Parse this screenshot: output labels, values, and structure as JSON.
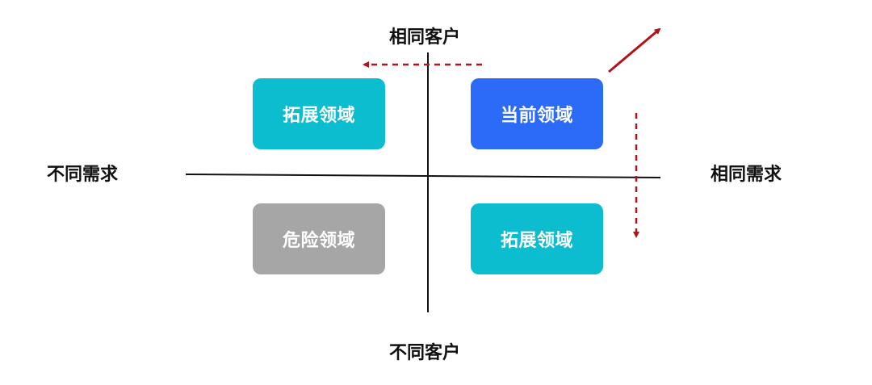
{
  "axes": {
    "top": "相同客户",
    "bottom": "不同客户",
    "left": "不同需求",
    "right": "相同需求"
  },
  "quadrants": {
    "top_left": {
      "label": "拓展领域",
      "color": "#0CBCCF"
    },
    "top_right": {
      "label": "当前领域",
      "color": "#2C6BF7"
    },
    "bottom_left": {
      "label": "危险领域",
      "color": "#A6A6A6"
    },
    "bottom_right": {
      "label": "拓展领域",
      "color": "#0CBCCF"
    }
  },
  "colors": {
    "arrow": "#B3141B",
    "axis": "#111111"
  }
}
